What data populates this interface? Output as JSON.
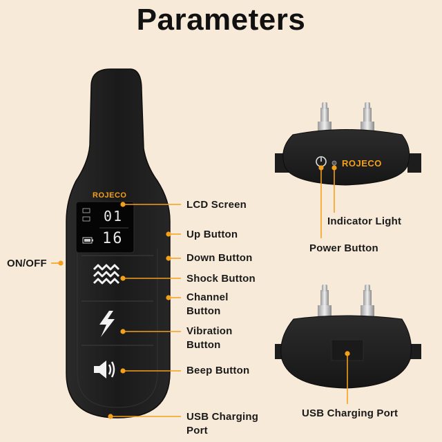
{
  "title": "Parameters",
  "brand": "ROJECO",
  "lcd": {
    "channel": "01",
    "level": "16"
  },
  "colors": {
    "accent": "#f5a01a",
    "background": "#f7ead8",
    "device": "#1e1e1e"
  },
  "labels": {
    "on_off": "ON/OFF",
    "lcd_screen": "LCD Screen",
    "up_button": "Up Button",
    "down_button": "Down Button",
    "shock_button": "Shock Button",
    "channel_button": "Channel Button",
    "vibration_button": "Vibration Button",
    "beep_button": "Beep Button",
    "usb_port_remote": "USB Charging Port",
    "indicator_light": "Indicator Light",
    "power_button": "Power Button",
    "usb_port_collar": "USB Charging Port"
  },
  "icons": {
    "shock": "shock-waves-icon",
    "vibration": "lightning-bolt-icon",
    "beep": "speaker-icon",
    "power": "power-icon",
    "battery": "battery-icon"
  }
}
